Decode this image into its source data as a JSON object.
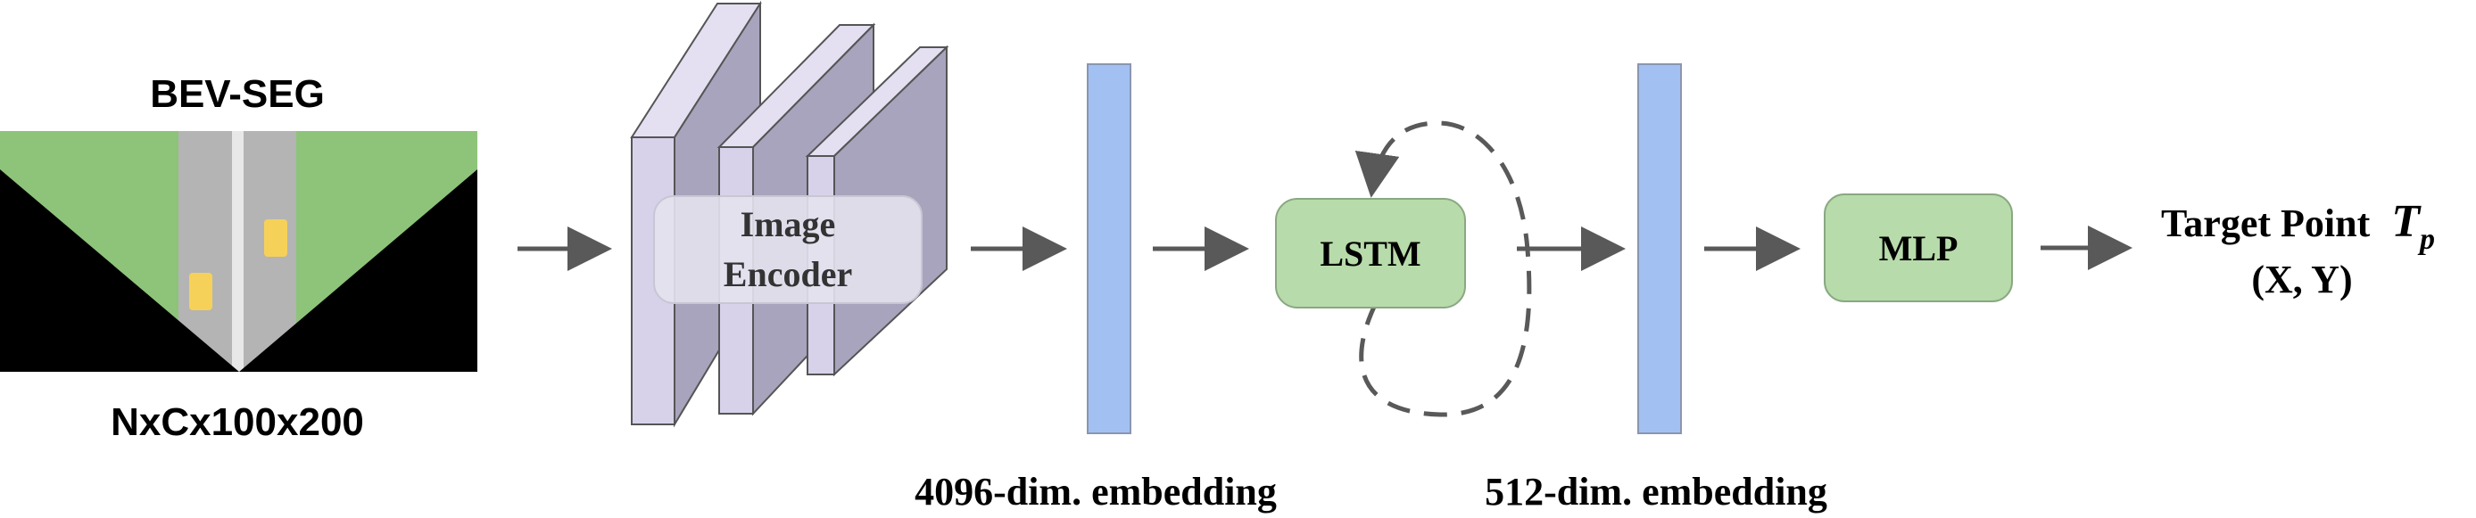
{
  "input": {
    "title": "BEV-SEG",
    "shape": "NxCx100x200",
    "colors": {
      "grass": "#8dc47a",
      "road": "#b4b4b4",
      "lane": "#e8e8e8",
      "car": "#f6d159",
      "mask": "#000000"
    }
  },
  "encoder": {
    "label_line1": "Image",
    "label_line2": "Encoder",
    "colors": {
      "front": "#d7d2ea",
      "side": "#a9a4bd",
      "top": "#e4e0f2",
      "overlay": "#e4e2ee"
    }
  },
  "embeddings": {
    "first": "4096-dim. embedding",
    "second": "512-dim. embedding",
    "color": "#a3c0f3"
  },
  "lstm": {
    "label": "LSTM",
    "color": "#b7dbaa"
  },
  "mlp": {
    "label": "MLP",
    "color": "#b7dbaa"
  },
  "output": {
    "title": "Target Point",
    "symbol": "T",
    "subscript": "p",
    "coords": "(X, Y)"
  },
  "arrow_color": "#595959"
}
